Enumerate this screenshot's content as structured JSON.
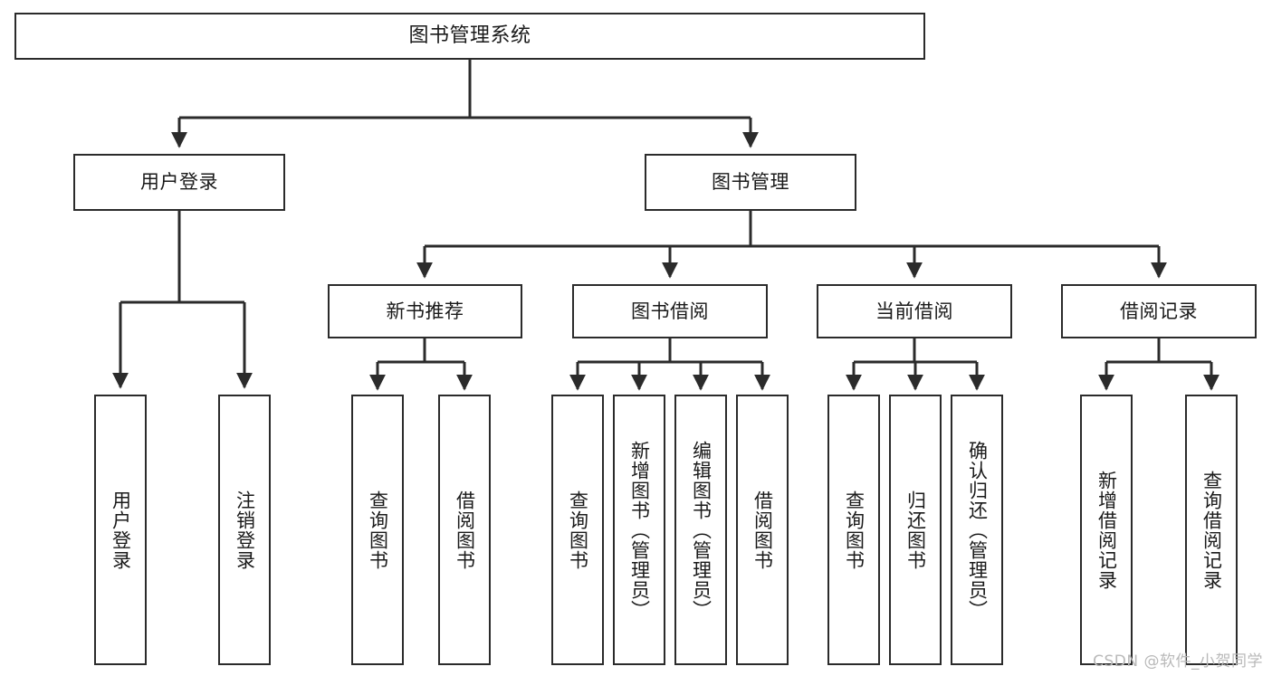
{
  "diagram": {
    "title": "图书管理系统",
    "type": "hierarchy-tree",
    "colors": {
      "box_border": "#2b2b2b",
      "box_fill": "#ffffff",
      "connector": "#2b2b2b",
      "text": "#1a1a1a",
      "watermark": "#b9b9b9"
    },
    "levels": {
      "root": {
        "label": "图书管理系统"
      },
      "level2": [
        {
          "label": "用户登录"
        },
        {
          "label": "图书管理"
        }
      ],
      "level3": [
        {
          "label": "新书推荐"
        },
        {
          "label": "图书借阅"
        },
        {
          "label": "当前借阅"
        },
        {
          "label": "借阅记录"
        }
      ],
      "leaves_user_login": [
        {
          "label": "用户登录"
        },
        {
          "label": "注销登录"
        }
      ],
      "leaves_new_books": [
        {
          "label": "查询图书"
        },
        {
          "label": "借阅图书"
        }
      ],
      "leaves_borrow": [
        {
          "label": "查询图书"
        },
        {
          "label": "新增图书（管理员）"
        },
        {
          "label": "编辑图书（管理员）"
        },
        {
          "label": "借阅图书"
        }
      ],
      "leaves_current": [
        {
          "label": "查询图书"
        },
        {
          "label": "归还图书"
        },
        {
          "label": "确认归还（管理员）"
        }
      ],
      "leaves_records": [
        {
          "label": "新增借阅记录"
        },
        {
          "label": "查询借阅记录"
        }
      ]
    }
  },
  "watermark": {
    "text": "CSDN @软件_小贺同学"
  }
}
